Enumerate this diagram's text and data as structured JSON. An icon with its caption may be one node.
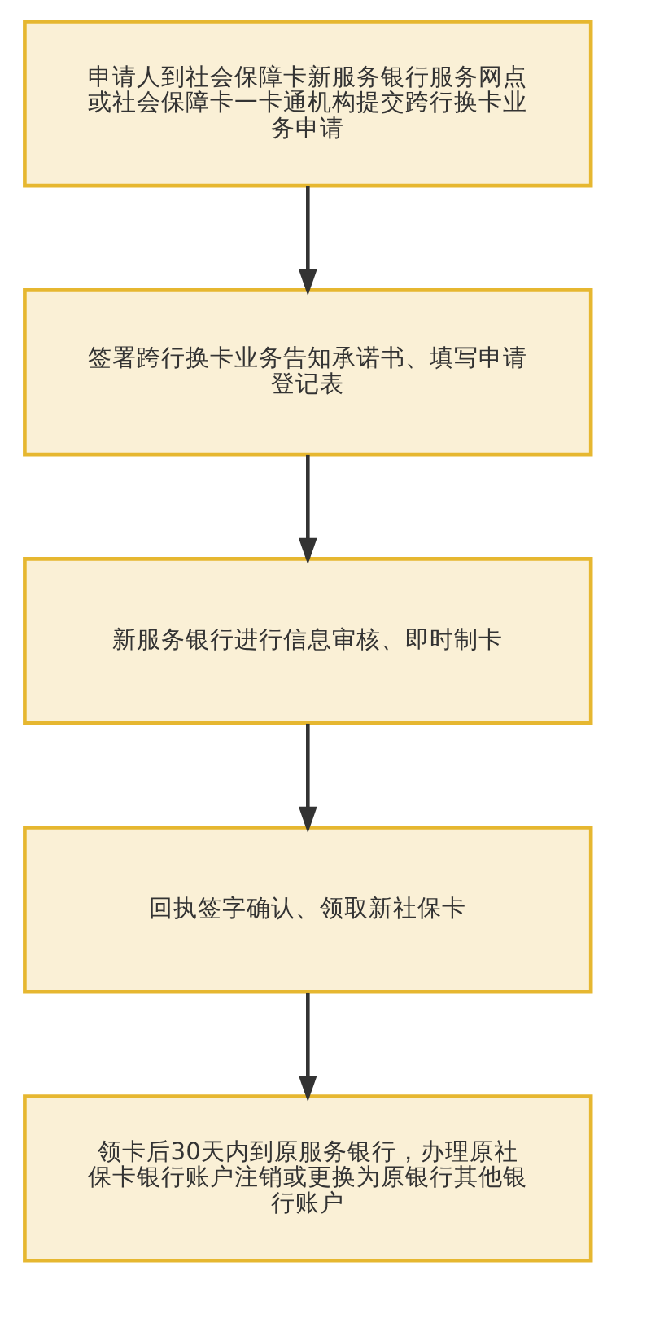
{
  "diagram": {
    "nodes": [
      {
        "text": [
          "申请人到社会保障卡新服务银行服务网点或社会保障卡一卡通机构提交跨行换卡业务申请"
        ]
      },
      {
        "text": [
          "签署跨行换卡业务告知承诺书、填写申请登记表"
        ]
      },
      {
        "text": [
          "新服务银行进行信息审核、即时制卡"
        ]
      },
      {
        "text": [
          "回执签字确认、领取新社保卡"
        ]
      },
      {
        "text": [
          "领卡后30天内到原服务银行，办理原社保卡银行账户注销或更换为原银行其他银行账户"
        ]
      }
    ],
    "edges": [
      {
        "from": 0,
        "to": 1,
        "arrow": "to"
      },
      {
        "from": 1,
        "to": 2,
        "arrow": "to"
      },
      {
        "from": 2,
        "to": 3,
        "arrow": "to"
      },
      {
        "from": 3,
        "to": 4,
        "arrow": "to"
      }
    ]
  }
}
